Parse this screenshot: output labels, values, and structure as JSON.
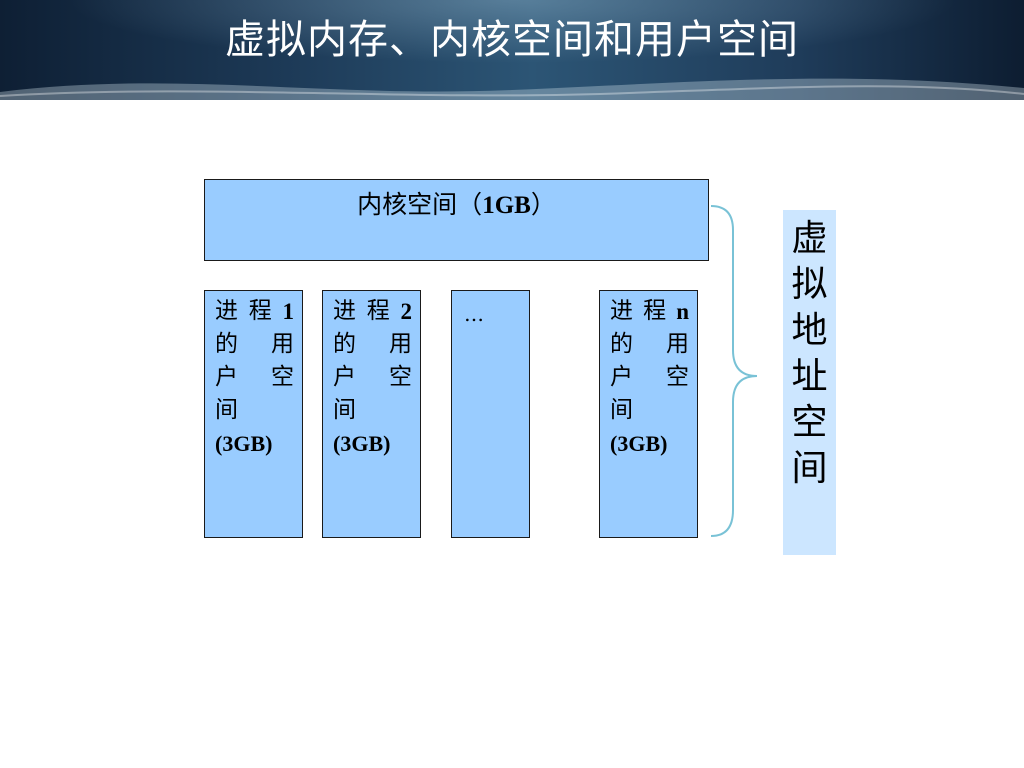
{
  "title": "虚拟内存、内核空间和用户空间",
  "kernel": {
    "label": "内核空间（",
    "size": "1GB",
    "close": "）"
  },
  "processes": [
    {
      "line1": [
        "进",
        "程",
        "1"
      ],
      "line2": [
        "的",
        "用"
      ],
      "line3": [
        "户",
        "空"
      ],
      "line4": "间",
      "size": "(3GB)"
    },
    {
      "line1": [
        "进",
        "程",
        "2"
      ],
      "line2": [
        "的",
        "用"
      ],
      "line3": [
        "户",
        "空"
      ],
      "line4": "间",
      "size": "(3GB)"
    },
    {
      "line1": [
        "进",
        "程",
        "n"
      ],
      "line2": [
        "的",
        "用"
      ],
      "line3": [
        "户",
        "空"
      ],
      "line4": "间",
      "size": "(3GB)"
    }
  ],
  "ellipsis": "…",
  "virtual_address_space": [
    "虚",
    "拟",
    "地",
    "址",
    "空",
    "间"
  ],
  "colors": {
    "box_fill": "#99ccff",
    "label_fill": "#cce6ff",
    "brace": "#79c2d6",
    "header": "#1d3a57"
  }
}
